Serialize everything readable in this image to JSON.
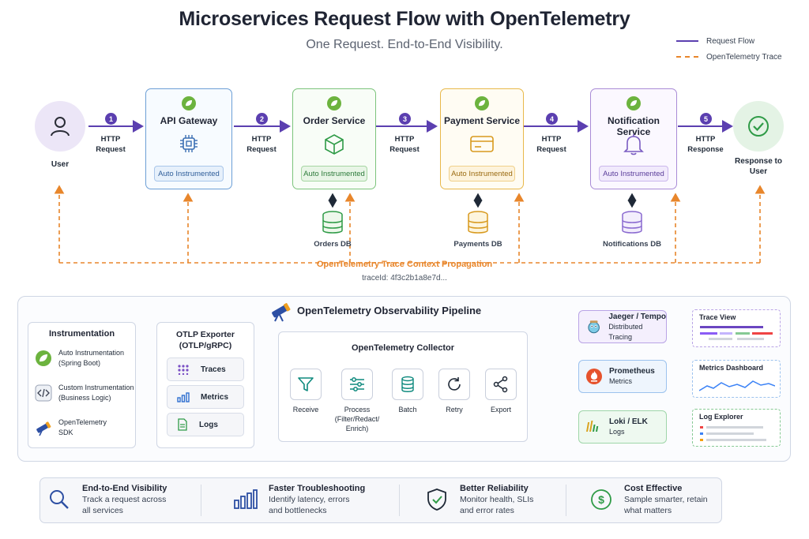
{
  "title": "Microservices Request Flow with OpenTelemetry",
  "subtitle": "One Request. End-to-End Visibility.",
  "legend": {
    "request_flow": "Request Flow",
    "otel_trace": "OpenTelemetry Trace"
  },
  "flow": {
    "user": "User",
    "response_target": "Response to\nUser",
    "auto_badge": "Auto Instrumented",
    "services": [
      {
        "name": "API Gateway"
      },
      {
        "name": "Order Service"
      },
      {
        "name": "Payment Service"
      },
      {
        "name": "Notification Service"
      }
    ],
    "steps": [
      {
        "num": "1",
        "label": "HTTP\nRequest"
      },
      {
        "num": "2",
        "label": "HTTP\nRequest"
      },
      {
        "num": "3",
        "label": "HTTP\nRequest"
      },
      {
        "num": "4",
        "label": "HTTP\nRequest"
      },
      {
        "num": "5",
        "label": "HTTP\nResponse"
      }
    ],
    "databases": [
      "Orders DB",
      "Payments DB",
      "Notifications DB"
    ],
    "propagation_label": "OpenTelemetry Trace Context Propagation",
    "trace_id": "traceId: 4f3c2b1a8e7d..."
  },
  "pipeline": {
    "title": "OpenTelemetry Observability Pipeline",
    "instrumentation": {
      "title": "Instrumentation",
      "items": [
        {
          "label": "Auto Instrumentation\n(Spring Boot)",
          "icon": "spring-leaf-icon"
        },
        {
          "label": "Custom Instrumentation\n(Business Logic)",
          "icon": "code-icon"
        },
        {
          "label": "OpenTelemetry\nSDK",
          "icon": "telescope-icon"
        }
      ]
    },
    "exporter": {
      "title": "OTLP Exporter\n(OTLP/gRPC)",
      "signals": [
        "Traces",
        "Metrics",
        "Logs"
      ]
    },
    "collector": {
      "title": "OpenTelemetry Collector",
      "stages": [
        "Receive",
        "Process\n(Filter/Redact/\nEnrich)",
        "Batch",
        "Retry",
        "Export"
      ]
    },
    "backends": [
      {
        "name": "Jaeger / Tempo",
        "desc": "Distributed Tracing",
        "color": "#8b5cf6"
      },
      {
        "name": "Prometheus",
        "desc": "Metrics",
        "color": "#3b82f6"
      },
      {
        "name": "Loki / ELK",
        "desc": "Logs",
        "color": "#22a04b"
      }
    ],
    "views": [
      "Trace View",
      "Metrics Dashboard",
      "Log Explorer"
    ]
  },
  "benefits": [
    {
      "title": "End-to-End Visibility",
      "text": "Track a request across\nall services",
      "icon": "search-icon"
    },
    {
      "title": "Faster Troubleshooting",
      "text": "Identify latency, errors\nand bottlenecks",
      "icon": "bar-chart-icon"
    },
    {
      "title": "Better Reliability",
      "text": "Monitor health, SLIs\nand error rates",
      "icon": "shield-check-icon"
    },
    {
      "title": "Cost Effective",
      "text": "Sample smarter, retain\nwhat matters",
      "icon": "dollar-icon"
    }
  ],
  "colors": {
    "request_flow": "#5b3fb0",
    "trace": "#e8862b",
    "gateway": "#6d9fd6",
    "order": "#7cc47c",
    "payment": "#e8b84a",
    "notification": "#a98bd6"
  }
}
